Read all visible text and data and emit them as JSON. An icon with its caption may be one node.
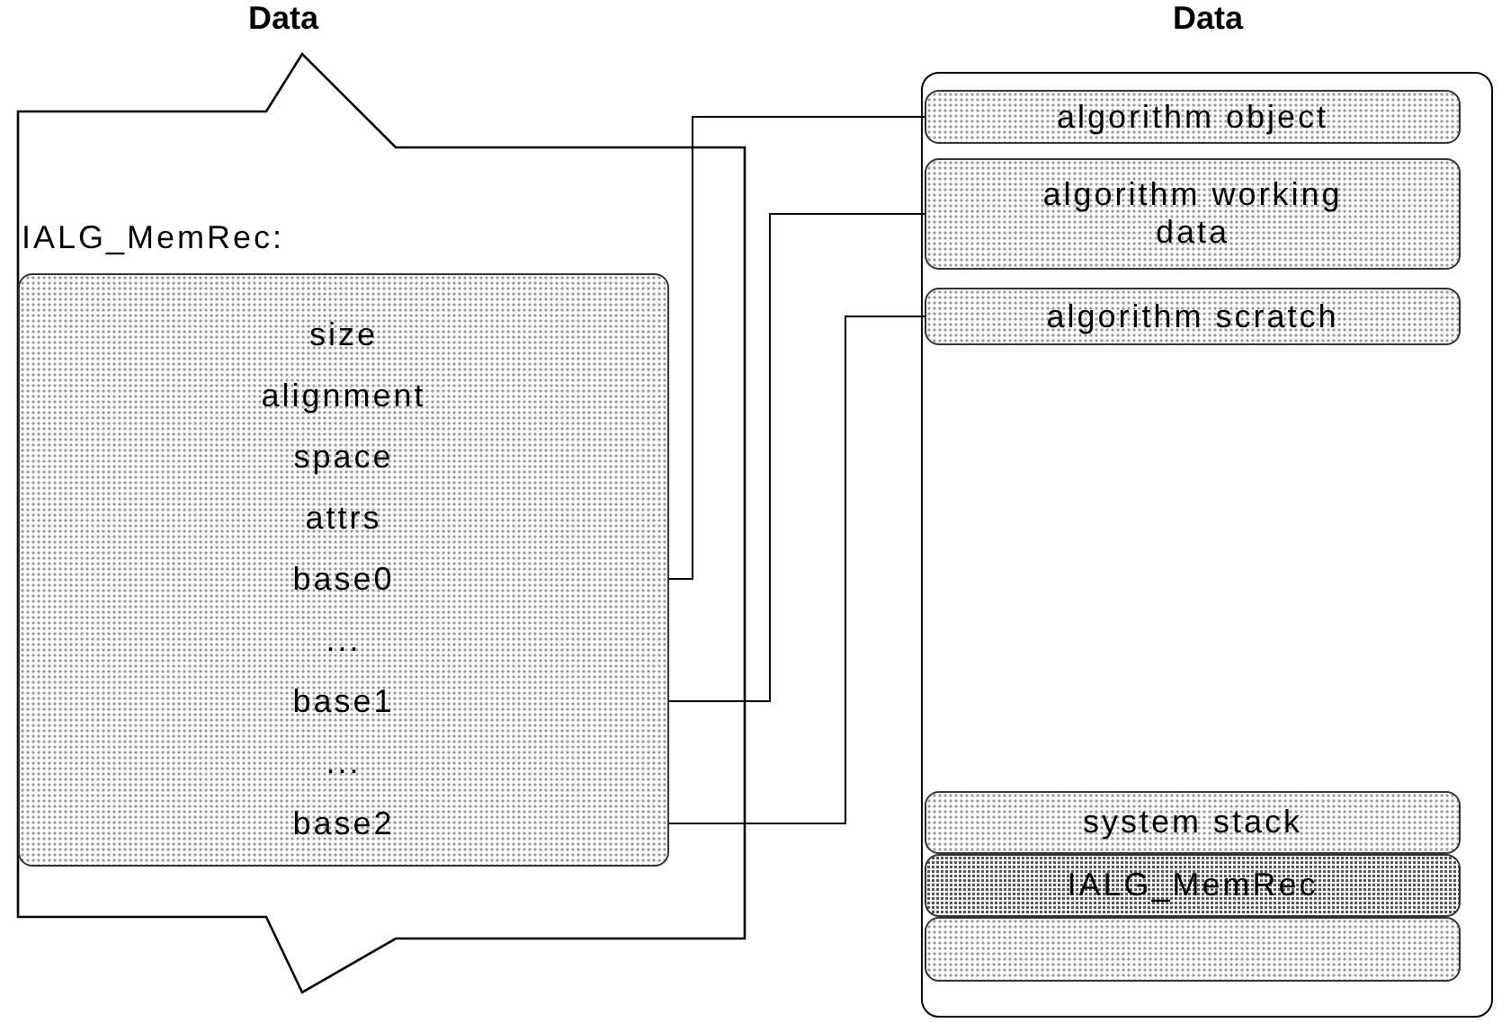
{
  "diagram": {
    "nodes": [
      {
        "text": [
          "Data",
          "IALG_MemRec:"
        ]
      },
      {
        "text": [],
        "shape": "box",
        "in": 0
      },
      {
        "text": [
          "size"
        ],
        "in": 1
      },
      {
        "text": [
          "alignment"
        ],
        "in": 1
      },
      {
        "text": [
          "space"
        ],
        "in": 1
      },
      {
        "text": [
          "attrs"
        ],
        "in": 1
      },
      {
        "text": [
          "base0"
        ],
        "in": 1
      },
      {
        "text": [
          "..."
        ],
        "in": 1
      },
      {
        "text": [
          "base1"
        ],
        "in": 1
      },
      {
        "text": [
          "..."
        ],
        "in": 1
      },
      {
        "text": [
          "base2"
        ],
        "in": 1
      },
      {
        "text": [
          "Data"
        ]
      },
      {
        "text": [
          "algorithm object"
        ],
        "in": 11
      },
      {
        "text": [
          "algorithm working data"
        ],
        "in": 11
      },
      {
        "text": [
          "algorithm scratch"
        ],
        "in": 11
      },
      {
        "text": [
          "system stack"
        ],
        "in": 11
      },
      {
        "text": [
          "IALG_MemRec"
        ],
        "in": 11
      },
      {
        "text": [],
        "shape": "bar",
        "in": 11
      }
    ],
    "edges": [
      {
        "from": 6,
        "to": 12,
        "arrow": "none"
      },
      {
        "from": 8,
        "to": 13,
        "arrow": "none"
      },
      {
        "from": 10,
        "to": 14,
        "arrow": "none"
      }
    ]
  }
}
